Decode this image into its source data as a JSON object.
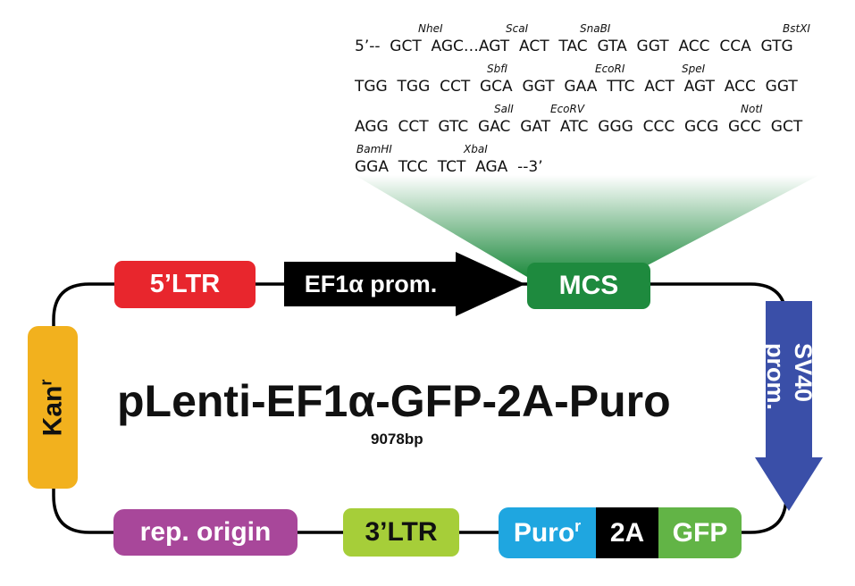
{
  "sequence": {
    "lines": [
      "5’--  GCT  AGC…AGT  ACT  TAC  GTA  GGT  ACC  CCA  GTG",
      "TGG  TGG  CCT  GCA  GGT  GAA  TTC  ACT  AGT  ACC  GGT",
      "AGG  CCT  GTC  GAC  GAT  ATC  GGG  CCC  GCG  GCC  GCT",
      "GGA  TCC  TCT  AGA  --3’"
    ],
    "enzymes": [
      "NheI",
      "ScaI",
      "SnaBI",
      "BstXI",
      "SbfI",
      "EcoRI",
      "SpeI",
      "SalI",
      "EcoRV",
      "NotI",
      "BamHI",
      "XbaI"
    ]
  },
  "elements": {
    "ltr5": "5’LTR",
    "promoter": "EF1α prom.",
    "mcs": "MCS",
    "sv40": "SV40 prom.",
    "kan_base": "Kan",
    "kan_sup": "r",
    "rep_origin": "rep. origin",
    "ltr3": "3’LTR",
    "puro_base": "Puro",
    "puro_sup": "r",
    "t2a": "2A",
    "gfp": "GFP"
  },
  "plasmid": {
    "name": "pLenti-EF1α-GFP-2A-Puro",
    "size": "9078bp"
  },
  "colors": {
    "ltr5": "#e8262d",
    "promoter": "#000000",
    "mcs": "#1e8a3e",
    "sv40": "#3a4fa8",
    "kan": "#f2b11e",
    "rep_origin": "#a8479a",
    "ltr3": "#a6ce39",
    "puro": "#1fa6e0",
    "t2a": "#000000",
    "gfp": "#62b446"
  }
}
